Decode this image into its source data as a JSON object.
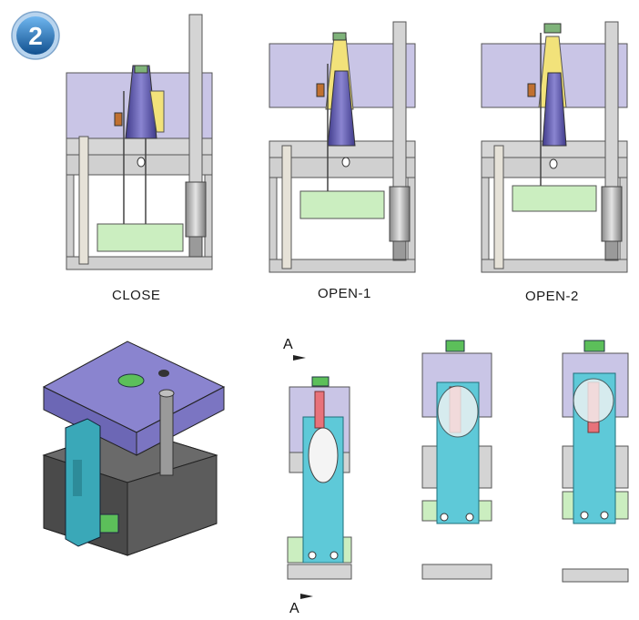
{
  "step_badge": "2",
  "panels": [
    {
      "label": "CLOSE"
    },
    {
      "label": "OPEN-1"
    },
    {
      "label": "OPEN-2"
    }
  ],
  "section_marker": "A",
  "colors": {
    "cavity_plate": "#c9c5e6",
    "core_block": "#d4d4d4",
    "stripper_plate": "#cbeec0",
    "core_pin": "#6b66b3",
    "yellow_part": "#f2e27a",
    "cylinder": "#cfcfcf",
    "side_panel": "#5ec9d8",
    "red_pin": "#e8727a",
    "iso_top": "#7d77c2",
    "iso_body": "#4e4e4e",
    "iso_green": "#5cbf5a",
    "badge": "#1f6fb6"
  }
}
